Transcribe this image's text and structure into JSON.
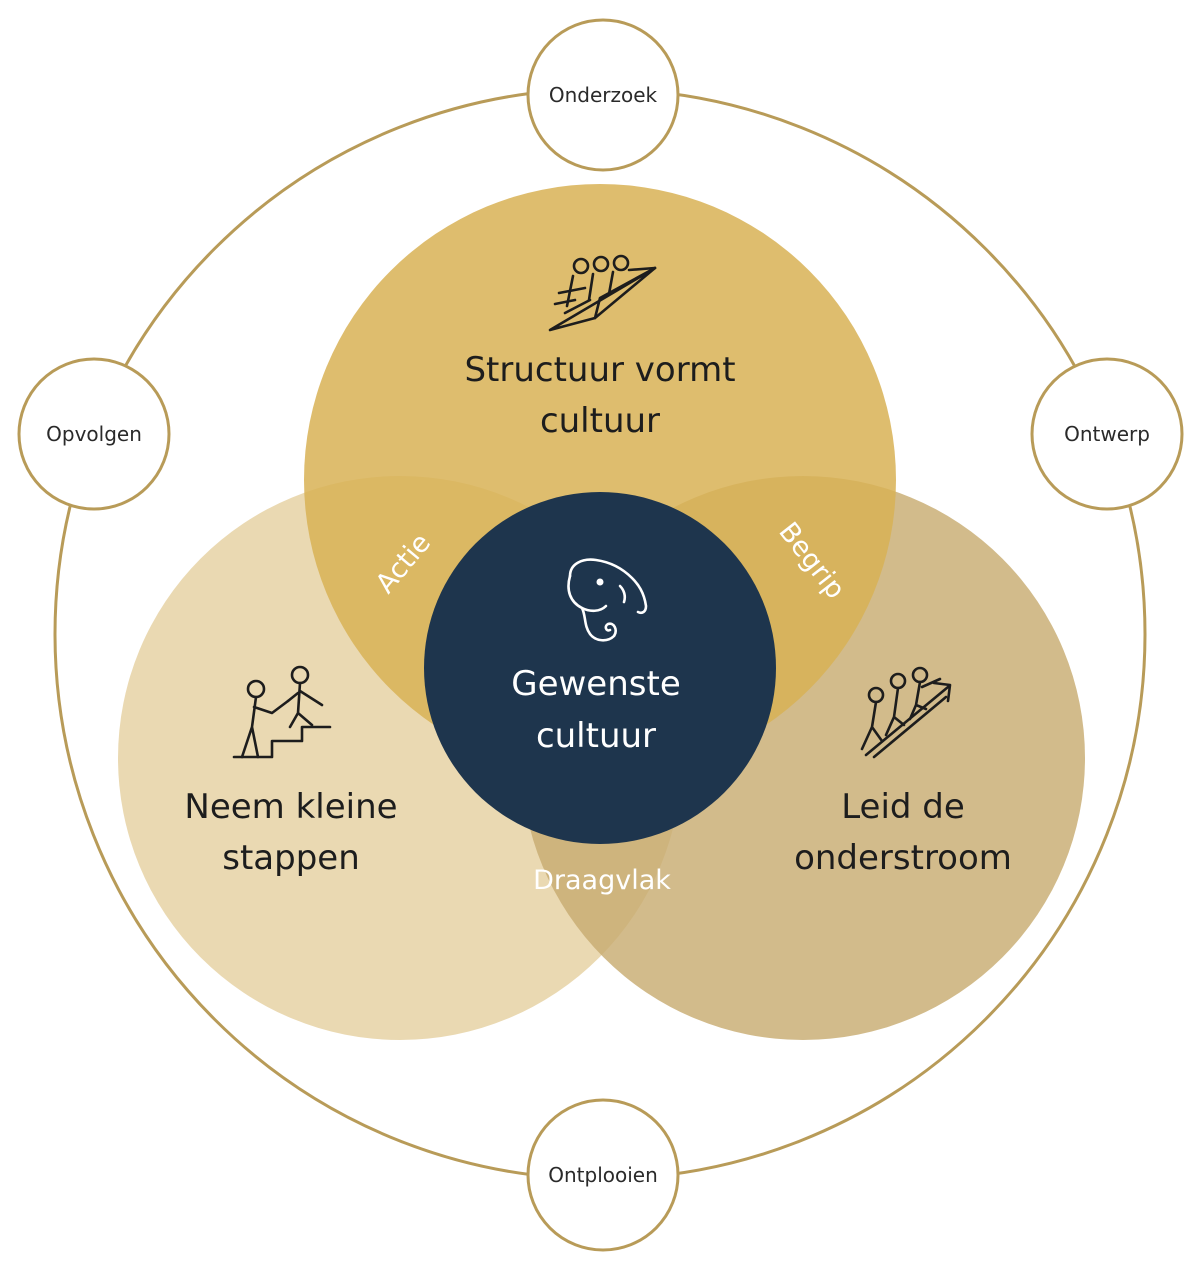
{
  "colors": {
    "ring": "#b89b58",
    "top_circle": "#d8b155",
    "left_circle": "#e6d2a5",
    "right_circle": "#c8ac72",
    "center": "#1e354d",
    "node_fill": "#ffffff"
  },
  "outer_nodes": {
    "top": "Onderzoek",
    "right": "Ontwerp",
    "bottom": "Ontplooien",
    "left": "Opvolgen"
  },
  "circles": {
    "top": {
      "line1": "Structuur vormt",
      "line2": "cultuur",
      "icon": "paper-plane-team-icon"
    },
    "left": {
      "line1": "Neem kleine",
      "line2": "stappen",
      "icon": "helping-hand-stairs-icon"
    },
    "right": {
      "line1": "Leid de",
      "line2": "onderstroom",
      "icon": "climbing-arrow-team-icon"
    }
  },
  "overlaps": {
    "top_left": "Actie",
    "top_right": "Begrip",
    "bottom": "Draagvlak"
  },
  "center": {
    "line1": "Gewenste",
    "line2": "cultuur",
    "icon": "elephant-icon"
  }
}
